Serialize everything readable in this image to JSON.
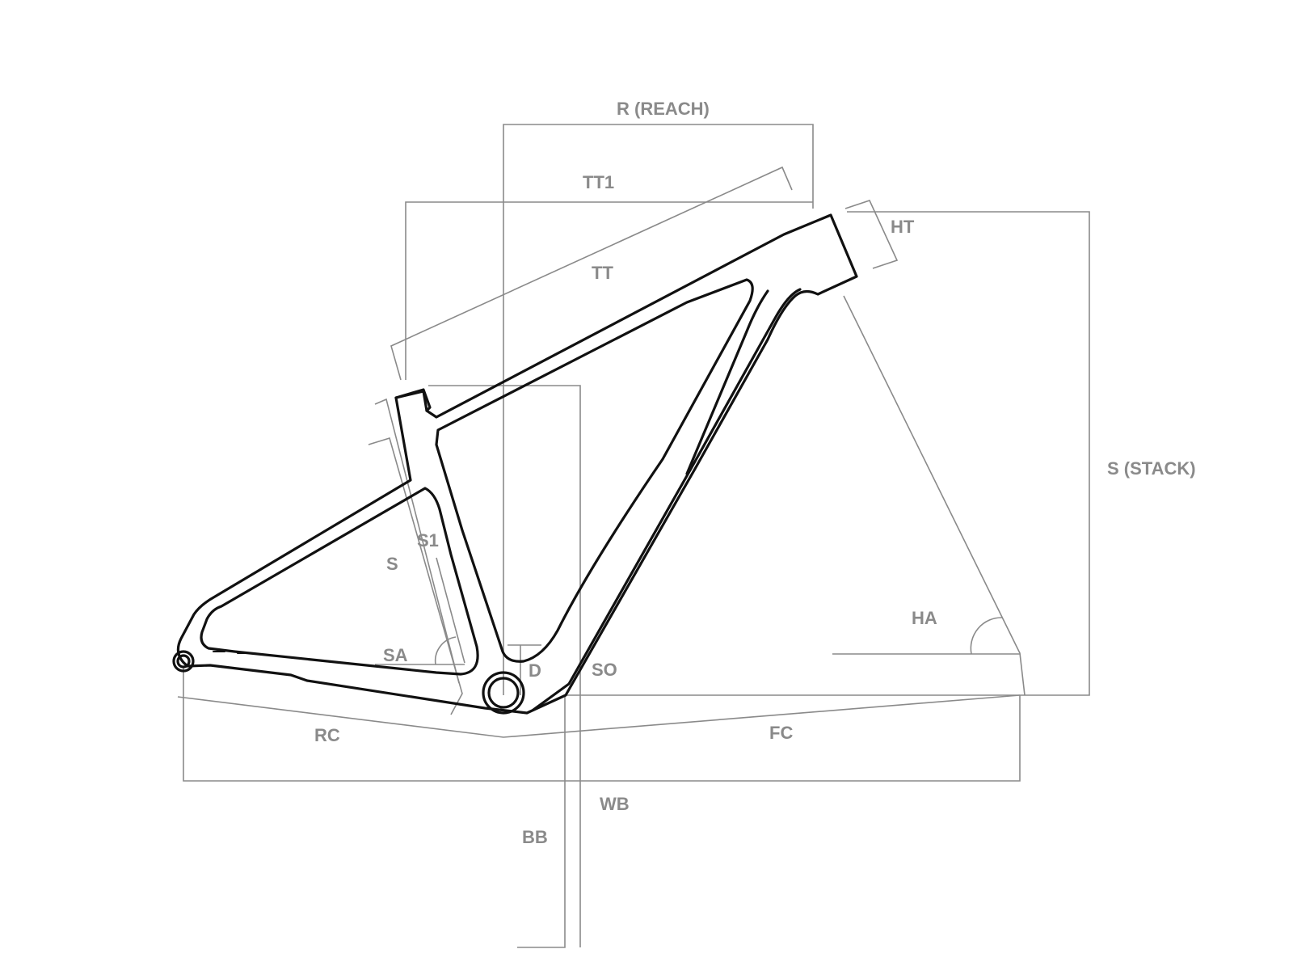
{
  "labels": {
    "reach": "R (REACH)",
    "tt1": "TT1",
    "tt": "TT",
    "ht": "HT",
    "stack": "S (STACK)",
    "s1": "S1",
    "s": "S",
    "sa": "SA",
    "ha": "HA",
    "d": "D",
    "so": "SO",
    "rc": "RC",
    "fc": "FC",
    "wb": "WB",
    "bb": "BB"
  },
  "colors": {
    "frame": "#111111",
    "dimension": "#8a8a8a",
    "background": "#ffffff"
  }
}
